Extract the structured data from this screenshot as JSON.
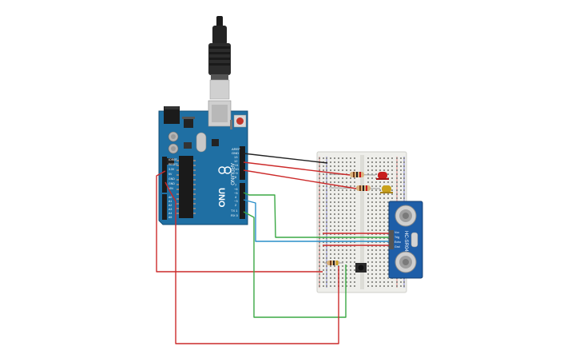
{
  "arduino": {
    "brand": "ARDUINO",
    "model": "UNO",
    "pin_labels": {
      "aref": "AREF",
      "gnd": "GND",
      "d13": "13",
      "d12": "12",
      "d11": "~11",
      "d10": "~10",
      "d9": "~9",
      "d8": "8",
      "d7": "7",
      "d6": "~6",
      "d5": "~5",
      "d4": "4",
      "d3": "~3",
      "d2": "2",
      "tx": "TX 1",
      "rx": "RX 0",
      "ioref": "IOREF",
      "reset": "RESET",
      "v33": "3.3V",
      "v5": "5V",
      "gnd1": "GND",
      "gnd2": "GND",
      "vin": "VIN",
      "a0": "A0",
      "a1": "A1",
      "a2": "A2",
      "a3": "A3",
      "a4": "A4",
      "a5": "A5"
    }
  },
  "sensor": {
    "model": "HC-SR04",
    "pins": [
      "Vcc",
      "Trig",
      "Echo",
      "Gnd"
    ]
  },
  "colors": {
    "board_blue": "#1f6fa3",
    "wire_black": "#222222",
    "wire_red": "#cc2a2a",
    "wire_green": "#3aa844",
    "wire_blue": "#2a8fc9",
    "led_red": "#c81e1e",
    "led_yellow": "#c9a21d",
    "breadboard": "#eeeeea",
    "sensor_blue": "#1e5ea8"
  }
}
